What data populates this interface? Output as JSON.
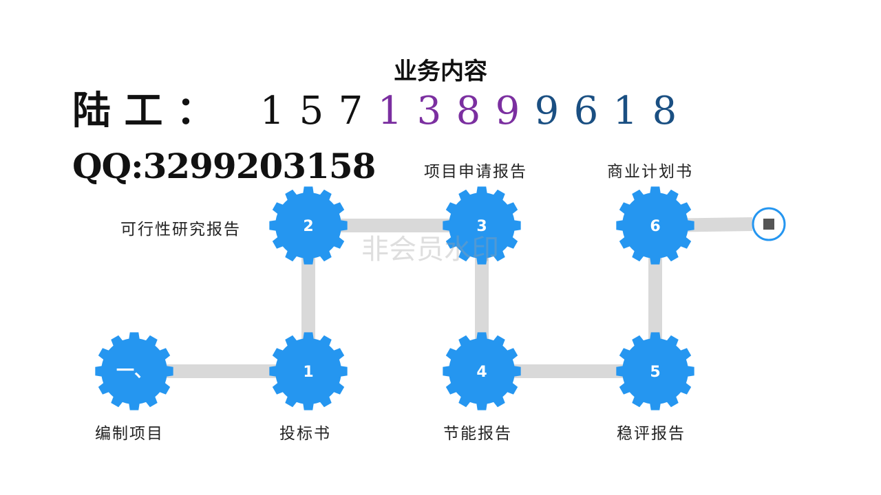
{
  "title": "业务内容",
  "phone": {
    "label": "陆 工 ：",
    "digits": [
      {
        "char": "1",
        "color": "#111111"
      },
      {
        "char": "5",
        "color": "#111111"
      },
      {
        "char": "7",
        "color": "#111111"
      },
      {
        "char": "1",
        "color": "#7b2fa0"
      },
      {
        "char": "3",
        "color": "#7b2fa0"
      },
      {
        "char": "8",
        "color": "#7b2fa0"
      },
      {
        "char": "9",
        "color": "#7b2fa0"
      },
      {
        "char": "9",
        "color": "#1a4f82"
      },
      {
        "char": "6",
        "color": "#1a4f82"
      },
      {
        "char": "1",
        "color": "#1a4f82"
      },
      {
        "char": "8",
        "color": "#1a4f82"
      }
    ]
  },
  "qq": "QQ:3299203158",
  "watermark": "非会员水印",
  "colors": {
    "gear": "#2596f0",
    "connector": "#d9d9d9",
    "end_square": "#555555"
  },
  "steps": [
    {
      "number": "一、",
      "label": "编制项目"
    },
    {
      "number": "1",
      "label": "投标书"
    },
    {
      "number": "2",
      "label": "可行性研究报告"
    },
    {
      "number": "3",
      "label": "项目申请报告"
    },
    {
      "number": "4",
      "label": "节能报告"
    },
    {
      "number": "5",
      "label": "商业计划书"
    },
    {
      "number": "6",
      "label": "稳评报告"
    }
  ]
}
